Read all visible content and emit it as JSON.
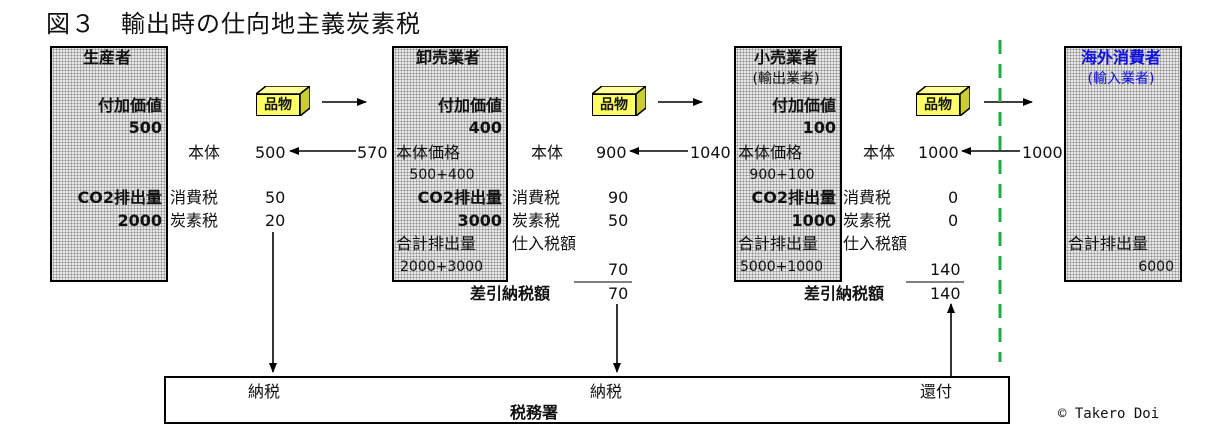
{
  "title": "図３　輸出時の仕向地主義炭素税",
  "goods_label": "品物",
  "producer": {
    "name": "生産者",
    "value_added_label": "付加価値",
    "value_added": "500",
    "co2_label": "CO2排出量",
    "co2": "2000",
    "price_label": "本体",
    "price": "500",
    "consumption_tax_label": "消費税",
    "consumption_tax": "50",
    "carbon_tax_label": "炭素税",
    "carbon_tax": "20"
  },
  "wholesaler": {
    "name": "卸売業者",
    "value_added_label": "付加価値",
    "value_added": "400",
    "received": "570",
    "base_price_label": "本体価格",
    "base_price_calc": "500+400",
    "co2_label": "CO2排出量",
    "co2": "3000",
    "total_emission_label": "合計排出量",
    "total_emission_calc": "2000+3000",
    "price_label": "本体",
    "price": "900",
    "consumption_tax_label": "消費税",
    "consumption_tax": "90",
    "carbon_tax_label": "炭素税",
    "carbon_tax": "50",
    "input_tax_label": "仕入税額",
    "input_tax": "70",
    "net_tax_label": "差引納税額",
    "net_tax": "70"
  },
  "retailer": {
    "name": "小売業者",
    "sub_name": "(輸出業者)",
    "value_added_label": "付加価値",
    "value_added": "100",
    "received": "1040",
    "base_price_label": "本体価格",
    "base_price_calc": "900+100",
    "co2_label": "CO2排出量",
    "co2": "1000",
    "total_emission_label": "合計排出量",
    "total_emission_calc": "5000+1000",
    "price_label": "本体",
    "price": "1000",
    "consumption_tax_label": "消費税",
    "consumption_tax": "0",
    "carbon_tax_label": "炭素税",
    "carbon_tax": "0",
    "input_tax_label": "仕入税額",
    "input_tax": "140",
    "net_tax_label": "差引納税額",
    "net_tax": "140"
  },
  "foreign": {
    "name": "海外消費者",
    "sub_name": "(輸入業者)",
    "received": "1000",
    "total_emission_label": "合計排出量",
    "total_emission": "6000"
  },
  "tax_office": {
    "name": "税務署",
    "pay1": "納税",
    "pay2": "納税",
    "refund": "還付"
  },
  "copyright": "© Takero Doi",
  "colors": {
    "goods": "#ffff66",
    "border_line": "#22aa44",
    "foreign_text": "#1010e0"
  }
}
